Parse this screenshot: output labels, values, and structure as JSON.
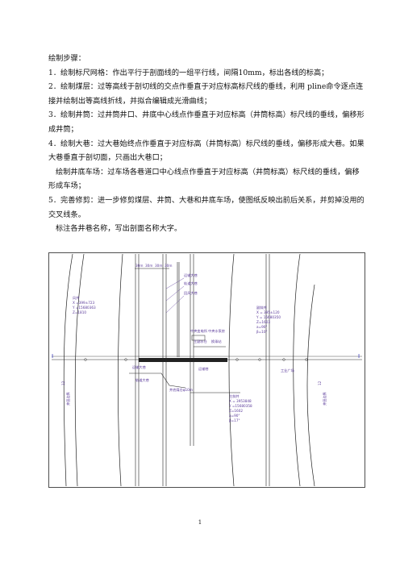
{
  "steps": {
    "heading": "绘制步骤：",
    "s1": "1．绘制标尺网格：作出平行于剖面线的一组平行线，间隔10mm，标出各线的标高；",
    "s2": "2．绘制煤层：过等高线于剖切线的交点作垂直于对应标高标尺线的垂线，利用 pline命令逐点连接并绘制出等高线折线，并拟合编辑成光滑曲线；",
    "s3": "3．绘制井筒：过井筒井口、井底中心线点作垂直于对应标高（井筒标高）标尺线的垂线，偏移形成井筒；",
    "s4": "4．绘制大巷：过大巷始终点作垂直于对应标高（井筒标高）标尺线的垂线，偏移形成大巷。如果大巷垂直于剖切面，只画出大巷口；",
    "s4b": "绘制井底车场：过车场各巷道口中心线点作垂直于对应标高（井筒标高）标尺线的垂线，偏移形成车场；",
    "s5": "5．完善修剪：进一步修剪煤层、井筒、大巷和井底车场，使图纸反映出前后关系，并剪掉没用的交叉线条。",
    "s6": "标注各井巷名称，写出剖面名称大字。"
  },
  "figure": {
    "top_labels": [
      "30m",
      "30m",
      "30m",
      "30m"
    ],
    "label_yunshu_daxiang": "运输大巷",
    "label_guidao_daxiang": "轨道大巷",
    "label_huifeng_daxiang": "回风大巷",
    "fengjing": [
      "风井",
      "X =399±723",
      "Y =15680363",
      "Z=1810"
    ],
    "fujing": [
      "副斜井",
      "X = 395±120",
      "Y = 15680350",
      "Z=1603",
      "a=90°",
      "β=10°"
    ],
    "zhujing": [
      "主斜井",
      "X = 3953848",
      "Y =15680358",
      "Z=1602",
      "a=90°",
      "β=17°"
    ],
    "label_zhongyang_biandiansuo": "中央变电所",
    "label_zhongyang_shuicang": "中央水泵房",
    "label_zhushuicang": "主副水仓",
    "label_huancheng": "换乘站",
    "label_yunshu_daxiang_main": "运输大巷",
    "label_guidao_daxiang_main": "轨道大巷",
    "label_yunshu_xiang": "运输巷",
    "label_jingdi_chechang": "井底煤仓φ10m",
    "label_gongye_guangchang": "工业广场",
    "marker_left": "I",
    "marker_right": "I",
    "left_vertical_labels": [
      "12",
      "井田边界"
    ],
    "right_vertical_labels": [
      "12",
      "井田边界"
    ]
  },
  "page_number": "1"
}
